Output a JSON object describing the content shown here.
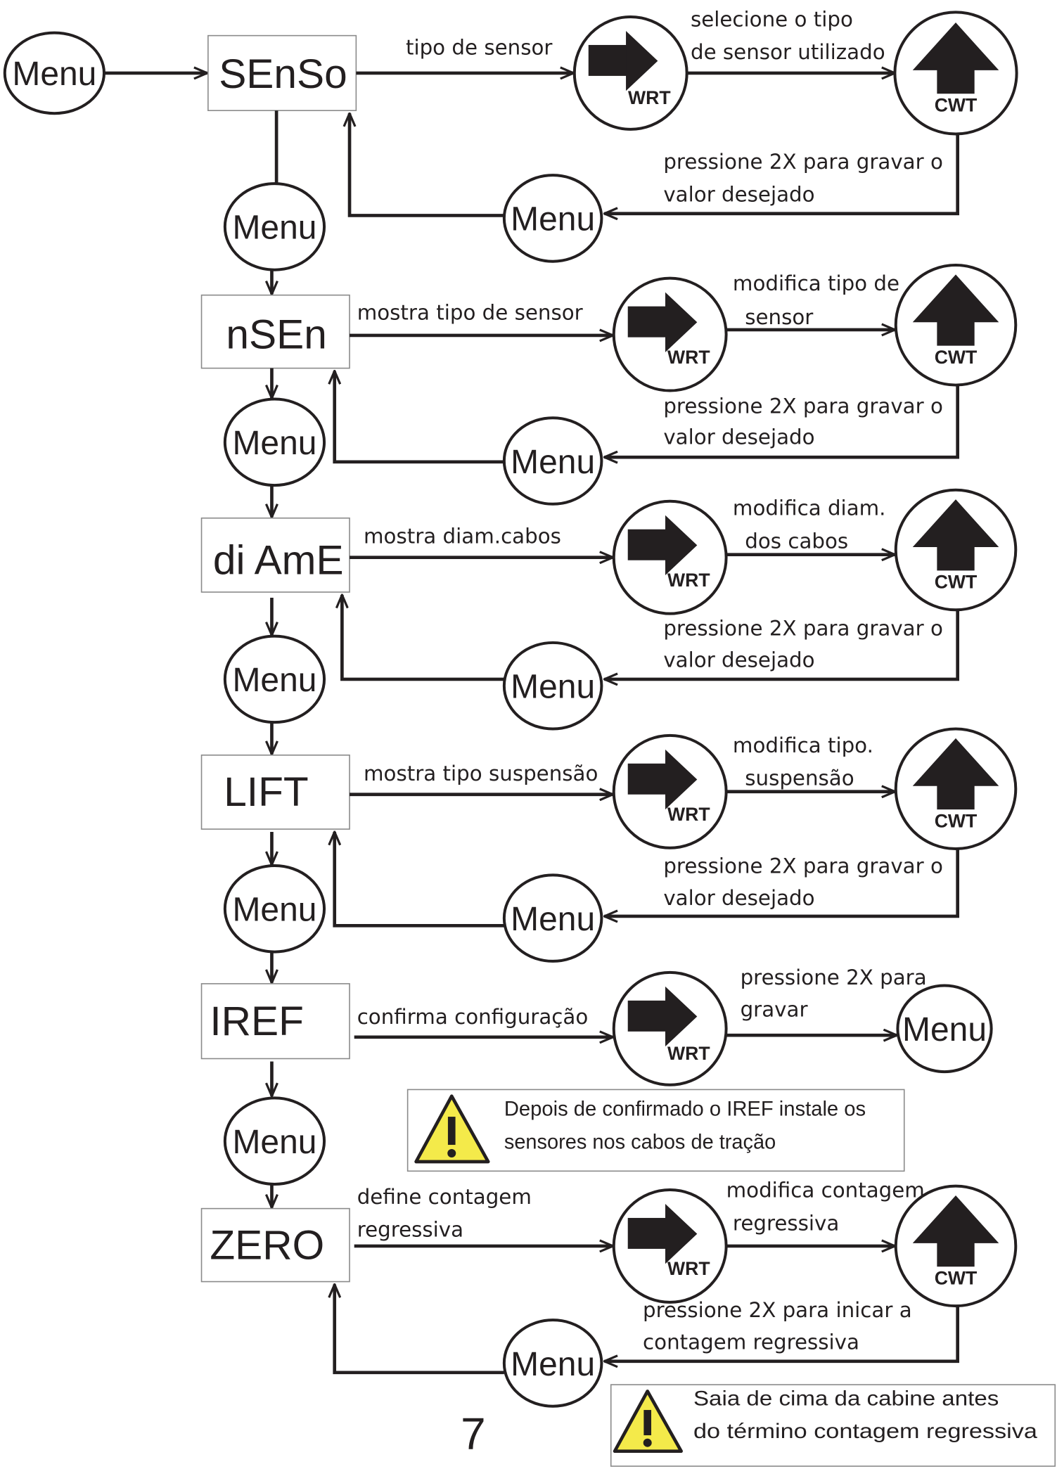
{
  "diagram": {
    "start_menu": "Menu",
    "rows": [
      {
        "box": "SEnSo",
        "to_wrt": [
          "tipo de sensor"
        ],
        "wrt": "WRT",
        "to_target": [
          "selecione o tipo",
          "de sensor utilizado"
        ],
        "target": "CWT",
        "back": [
          "pressione 2X para gravar o",
          "valor desejado"
        ],
        "back_menu": "Menu",
        "down_menu": "Menu"
      },
      {
        "box": "nSEn",
        "to_wrt": [
          "mostra tipo de sensor"
        ],
        "wrt": "WRT",
        "to_target": [
          "modifica tipo de",
          "sensor"
        ],
        "target": "CWT",
        "back": [
          "pressione 2X para gravar o",
          "valor desejado"
        ],
        "back_menu": "Menu",
        "down_menu": "Menu"
      },
      {
        "box": "di AmE",
        "to_wrt": [
          "mostra diam.cabos"
        ],
        "wrt": "WRT",
        "to_target": [
          "modifica diam.",
          "dos cabos"
        ],
        "target": "CWT",
        "back": [
          "pressione 2X para gravar o",
          "valor desejado"
        ],
        "back_menu": "Menu",
        "down_menu": "Menu"
      },
      {
        "box": "LIFT",
        "to_wrt": [
          "mostra tipo suspensão"
        ],
        "wrt": "WRT",
        "to_target": [
          "modifica tipo.",
          "suspensão"
        ],
        "target": "CWT",
        "back": [
          "pressione 2X para gravar o",
          "valor desejado"
        ],
        "back_menu": "Menu",
        "down_menu": "Menu"
      },
      {
        "box": "IREF",
        "to_wrt": [
          "confirma configuração"
        ],
        "wrt": "WRT",
        "to_target": [
          "pressione 2X para",
          "gravar"
        ],
        "target": "Menu",
        "down_menu": "Menu"
      },
      {
        "box": "ZERO",
        "to_wrt": [
          "define contagem",
          "regressiva"
        ],
        "wrt": "WRT",
        "to_target": [
          "modifica contagem.",
          "regressiva"
        ],
        "target": "CWT",
        "back": [
          "pressione 2X para inicar a",
          "contagem regressiva"
        ],
        "back_menu": "Menu"
      }
    ]
  },
  "warnings": [
    {
      "icon": "warning-icon",
      "lines": [
        "Depois de confirmado o IREF instale os",
        "sensores nos cabos de tração"
      ]
    },
    {
      "icon": "warning-icon",
      "lines": [
        "Saia de cima da cabine antes",
        "do término contagem regressiva"
      ]
    }
  ],
  "page_number": "7",
  "icons": {
    "wrt": "arrow-right-icon",
    "cwt": "arrow-up-icon",
    "warning": "warning-icon"
  },
  "colors": {
    "line": "#231f20",
    "warning": "#f4ea4a",
    "box_border": "#8a8a8a"
  }
}
